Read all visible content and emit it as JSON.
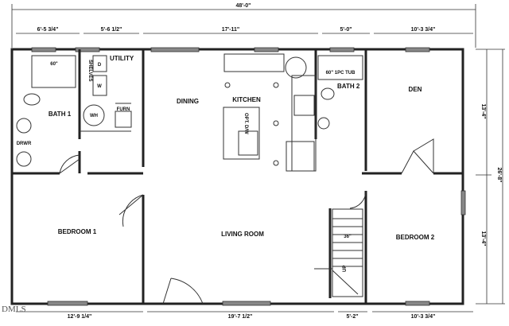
{
  "dimensions": {
    "overall_width": "48'-0\"",
    "overall_depth": "26'-8\"",
    "top": [
      "6'-5 3/4\"",
      "5'-6 1/2\"",
      "17'-11\"",
      "5'-0\"",
      "10'-3 3/4\""
    ],
    "bottom": [
      "12'-9 1/4\"",
      "19'-7 1/2\"",
      "5'-2\"",
      "10'-3 3/4\""
    ],
    "right": [
      "13'-4\"",
      "13'-4\""
    ]
  },
  "rooms": {
    "bath1": "BATH 1",
    "utility": "UTILITY",
    "dining": "DINING",
    "kitchen": "KITCHEN",
    "bath2": "BATH 2",
    "den": "DEN",
    "bedroom1": "BEDROOM 1",
    "living": "LIVING ROOM",
    "bedroom2": "BEDROOM 2"
  },
  "fixtures": {
    "shower": "60\"",
    "shelves": "SHELVES",
    "dryer": "D",
    "washer": "W",
    "water_heater": "WH",
    "furnace": "FURN",
    "drawer": "DRWR",
    "dishwasher": "OPT. D/W",
    "tub": "60\" 1PC TUB",
    "stair_width": "36\"",
    "up": "UP"
  },
  "watermark": "DMLS"
}
